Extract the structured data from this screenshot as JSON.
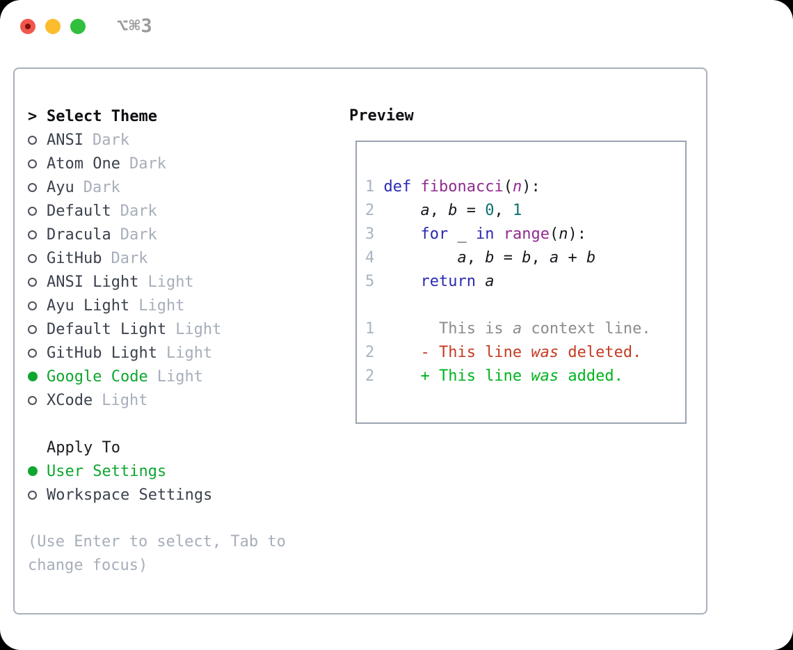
{
  "window": {
    "title": "⌥⌘3",
    "traffic_lights": [
      "close",
      "minimize",
      "zoom"
    ]
  },
  "colors": {
    "kw": "#2a2ab2",
    "fn": "#8f2b8f",
    "lit": "#0c6f6f",
    "plain": "#17191f",
    "ln": "#a9b3c2",
    "ctx": "#8c8c8c",
    "del": "#c43b22",
    "add": "#00b31e",
    "green": "#0fa62f",
    "muted": "#a6aeba",
    "text": "#3b414d",
    "border": "#a8b0bc"
  },
  "theme_list": {
    "prompt": ">",
    "header": "Select Theme",
    "items": [
      {
        "name": "ANSI",
        "variant": "Dark",
        "selected": false
      },
      {
        "name": "Atom One",
        "variant": "Dark",
        "selected": false
      },
      {
        "name": "Ayu",
        "variant": "Dark",
        "selected": false
      },
      {
        "name": "Default",
        "variant": "Dark",
        "selected": false
      },
      {
        "name": "Dracula",
        "variant": "Dark",
        "selected": false
      },
      {
        "name": "GitHub",
        "variant": "Dark",
        "selected": false
      },
      {
        "name": "ANSI Light",
        "variant": "Light",
        "selected": false
      },
      {
        "name": "Ayu Light",
        "variant": "Light",
        "selected": false
      },
      {
        "name": "Default Light",
        "variant": "Light",
        "selected": false
      },
      {
        "name": "GitHub Light",
        "variant": "Light",
        "selected": false
      },
      {
        "name": "Google Code",
        "variant": "Light",
        "selected": true
      },
      {
        "name": "XCode",
        "variant": "Light",
        "selected": false
      }
    ]
  },
  "apply_to": {
    "header": "Apply To",
    "options": [
      {
        "label": "User Settings",
        "selected": true
      },
      {
        "label": "Workspace Settings",
        "selected": false
      }
    ]
  },
  "help_text": [
    "(Use Enter to select, Tab to",
    "change focus)"
  ],
  "preview": {
    "title": "Preview",
    "lines": [
      {
        "num": "1",
        "segs": [
          {
            "t": " ",
            "c": "pl"
          },
          {
            "t": "def",
            "c": "kw"
          },
          {
            "t": " ",
            "c": "pl"
          },
          {
            "t": "fibonacci",
            "c": "fn"
          },
          {
            "t": "(",
            "c": "pl"
          },
          {
            "t": "n",
            "c": "fni"
          },
          {
            "t": "):",
            "c": "pl"
          }
        ]
      },
      {
        "num": "2",
        "segs": [
          {
            "t": "     ",
            "c": "pl"
          },
          {
            "t": "a",
            "c": "v"
          },
          {
            "t": ", ",
            "c": "pl"
          },
          {
            "t": "b",
            "c": "v"
          },
          {
            "t": " = ",
            "c": "pl"
          },
          {
            "t": "0",
            "c": "lit"
          },
          {
            "t": ", ",
            "c": "pl"
          },
          {
            "t": "1",
            "c": "lit"
          }
        ]
      },
      {
        "num": "3",
        "segs": [
          {
            "t": "     ",
            "c": "pl"
          },
          {
            "t": "for",
            "c": "kw"
          },
          {
            "t": " ",
            "c": "pl"
          },
          {
            "t": "_",
            "c": "pl"
          },
          {
            "t": " ",
            "c": "pl"
          },
          {
            "t": "in",
            "c": "kw"
          },
          {
            "t": " ",
            "c": "pl"
          },
          {
            "t": "range",
            "c": "fn"
          },
          {
            "t": "(",
            "c": "pl"
          },
          {
            "t": "n",
            "c": "v"
          },
          {
            "t": "):",
            "c": "pl"
          }
        ]
      },
      {
        "num": "4",
        "segs": [
          {
            "t": "         ",
            "c": "pl"
          },
          {
            "t": "a",
            "c": "v"
          },
          {
            "t": ", ",
            "c": "pl"
          },
          {
            "t": "b",
            "c": "v"
          },
          {
            "t": " = ",
            "c": "pl"
          },
          {
            "t": "b",
            "c": "v"
          },
          {
            "t": ", ",
            "c": "pl"
          },
          {
            "t": "a",
            "c": "v"
          },
          {
            "t": " + ",
            "c": "pl"
          },
          {
            "t": "b",
            "c": "v"
          }
        ]
      },
      {
        "num": "5",
        "segs": [
          {
            "t": "     ",
            "c": "pl"
          },
          {
            "t": "return",
            "c": "kw"
          },
          {
            "t": " ",
            "c": "pl"
          },
          {
            "t": "a",
            "c": "v"
          }
        ]
      },
      {
        "spacer": true
      },
      {
        "num": "1",
        "segs": [
          {
            "t": "       This is ",
            "c": "ctx"
          },
          {
            "t": "a",
            "c": "ctxi"
          },
          {
            "t": " context line.",
            "c": "ctx"
          }
        ]
      },
      {
        "num": "2",
        "segs": [
          {
            "t": "     - This line ",
            "c": "del"
          },
          {
            "t": "was",
            "c": "deli"
          },
          {
            "t": " deleted.",
            "c": "del"
          }
        ]
      },
      {
        "num": "2",
        "segs": [
          {
            "t": "     + This line ",
            "c": "add"
          },
          {
            "t": "was",
            "c": "addi"
          },
          {
            "t": " added.",
            "c": "add"
          }
        ]
      }
    ]
  }
}
